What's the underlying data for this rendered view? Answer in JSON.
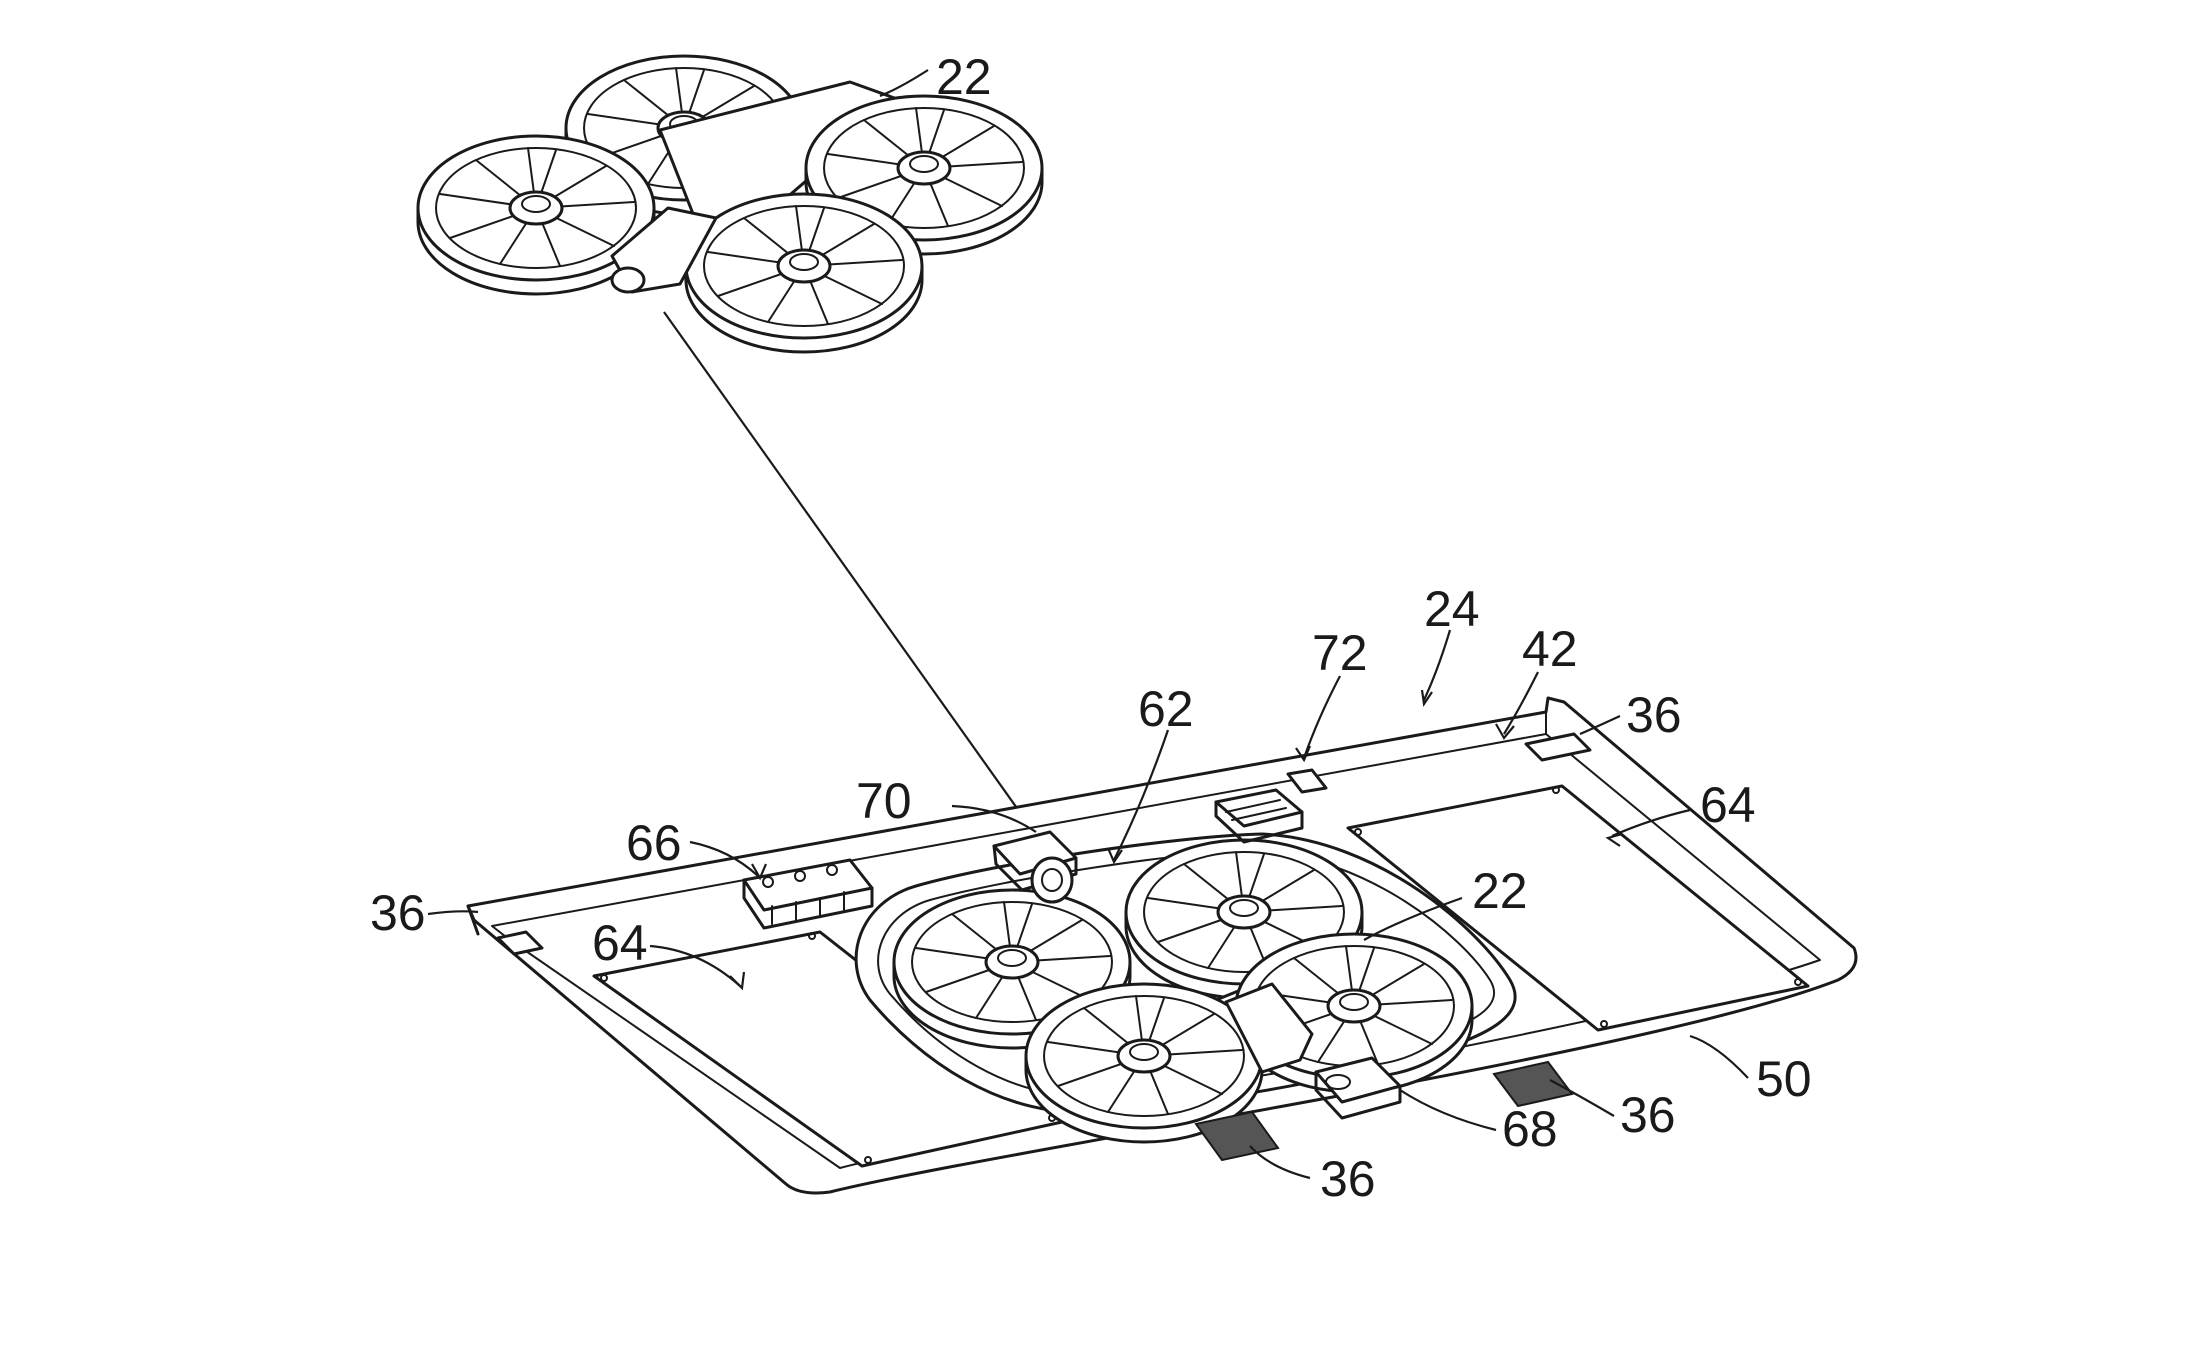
{
  "labels": {
    "drone_top": "22",
    "assembly": "24",
    "controller_72": "72",
    "port_42": "42",
    "pad_top_right": "36",
    "guide_62": "62",
    "panel_right": "64",
    "sensor_70": "70",
    "module_66": "66",
    "drone_docked": "22",
    "pad_left": "36",
    "panel_left": "64",
    "housing_50": "50",
    "connector_68": "68",
    "pad_bottom_right": "36",
    "pad_bottom_center": "36"
  }
}
